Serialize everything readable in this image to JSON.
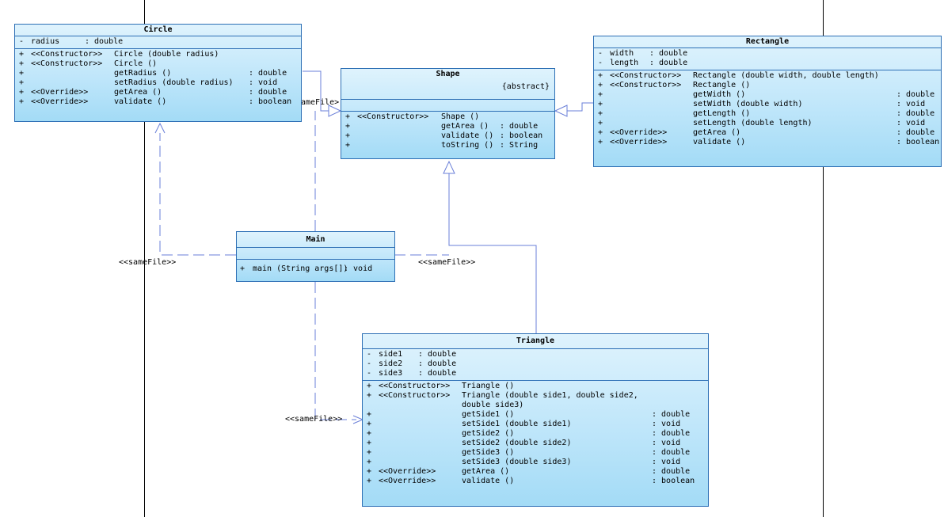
{
  "labels": {
    "samefile_left": "<<sameFile>>",
    "samefile_right": "<<sameFile>>",
    "samefile_bottom": "<<sameFile>>",
    "samefile_circle": "ameFile>"
  },
  "circle": {
    "name": "Circle",
    "attributes": [
      {
        "vis": "-",
        "name": "radius",
        "type": ": double"
      }
    ],
    "operations": [
      {
        "vis": "+",
        "stereo": "<<Constructor>>",
        "sig": "Circle (double radius)",
        "ret": ""
      },
      {
        "vis": "+",
        "stereo": "<<Constructor>>",
        "sig": "Circle ()",
        "ret": ""
      },
      {
        "vis": "+",
        "stereo": "",
        "sig": "getRadius ()",
        "ret": ": double"
      },
      {
        "vis": "+",
        "stereo": "",
        "sig": "setRadius (double radius)",
        "ret": ": void"
      },
      {
        "vis": "+",
        "stereo": "<<Override>>",
        "sig": "getArea ()",
        "ret": ": double"
      },
      {
        "vis": "+",
        "stereo": "<<Override>>",
        "sig": "validate ()",
        "ret": ": boolean"
      }
    ]
  },
  "shape": {
    "name": "Shape",
    "modifier": "{abstract}",
    "operations": [
      {
        "vis": "+",
        "stereo": "<<Constructor>>",
        "sig": "Shape ()",
        "ret": ""
      },
      {
        "vis": "+",
        "stereo": "",
        "sig": "getArea ()",
        "ret": ": double"
      },
      {
        "vis": "+",
        "stereo": "",
        "sig": "validate ()",
        "ret": ": boolean"
      },
      {
        "vis": "+",
        "stereo": "",
        "sig": "toString ()",
        "ret": ": String"
      }
    ]
  },
  "rectangle": {
    "name": "Rectangle",
    "attributes": [
      {
        "vis": "-",
        "name": "width",
        "type": ": double"
      },
      {
        "vis": "-",
        "name": "length",
        "type": ": double"
      }
    ],
    "operations": [
      {
        "vis": "+",
        "stereo": "<<Constructor>>",
        "sig": "Rectangle (double width, double length)",
        "ret": ""
      },
      {
        "vis": "+",
        "stereo": "<<Constructor>>",
        "sig": "Rectangle ()",
        "ret": ""
      },
      {
        "vis": "+",
        "stereo": "",
        "sig": "getWidth ()",
        "ret": ": double"
      },
      {
        "vis": "+",
        "stereo": "",
        "sig": "setWidth (double width)",
        "ret": ": void"
      },
      {
        "vis": "+",
        "stereo": "",
        "sig": "getLength ()",
        "ret": ": double"
      },
      {
        "vis": "+",
        "stereo": "",
        "sig": "setLength (double length)",
        "ret": ": void"
      },
      {
        "vis": "+",
        "stereo": "<<Override>>",
        "sig": "getArea ()",
        "ret": ": double"
      },
      {
        "vis": "+",
        "stereo": "<<Override>>",
        "sig": "validate ()",
        "ret": ": boolean"
      }
    ]
  },
  "main": {
    "name": "Main",
    "operations": [
      {
        "vis": "+",
        "stereo": "",
        "sig": "main (String args[])",
        "ret": ": void"
      }
    ]
  },
  "triangle": {
    "name": "Triangle",
    "attributes": [
      {
        "vis": "-",
        "name": "side1",
        "type": ": double"
      },
      {
        "vis": "-",
        "name": "side2",
        "type": ": double"
      },
      {
        "vis": "-",
        "name": "side3",
        "type": ": double"
      }
    ],
    "operations": [
      {
        "vis": "+",
        "stereo": "<<Constructor>>",
        "sig": "Triangle ()",
        "ret": ""
      },
      {
        "vis": "+",
        "stereo": "<<Constructor>>",
        "sig": "Triangle (double side1, double side2,",
        "ret": ""
      },
      {
        "vis": "",
        "stereo": "",
        "sig": " double side3)",
        "ret": ""
      },
      {
        "vis": "+",
        "stereo": "",
        "sig": "getSide1 ()",
        "ret": ": double"
      },
      {
        "vis": "+",
        "stereo": "",
        "sig": "setSide1 (double side1)",
        "ret": ": void"
      },
      {
        "vis": "+",
        "stereo": "",
        "sig": "getSide2 ()",
        "ret": ": double"
      },
      {
        "vis": "+",
        "stereo": "",
        "sig": "setSide2 (double side2)",
        "ret": ": void"
      },
      {
        "vis": "+",
        "stereo": "",
        "sig": "getSide3 ()",
        "ret": ": double"
      },
      {
        "vis": "+",
        "stereo": "",
        "sig": "setSide3 (double side3)",
        "ret": ": void"
      },
      {
        "vis": "+",
        "stereo": "<<Override>>",
        "sig": "getArea ()",
        "ret": ": double"
      },
      {
        "vis": "+",
        "stereo": "<<Override>>",
        "sig": "validate ()",
        "ret": ": boolean"
      }
    ]
  },
  "colors": {
    "border": "#2d6fb5",
    "connector": "#6a7fd8",
    "page_line": "#000000"
  }
}
